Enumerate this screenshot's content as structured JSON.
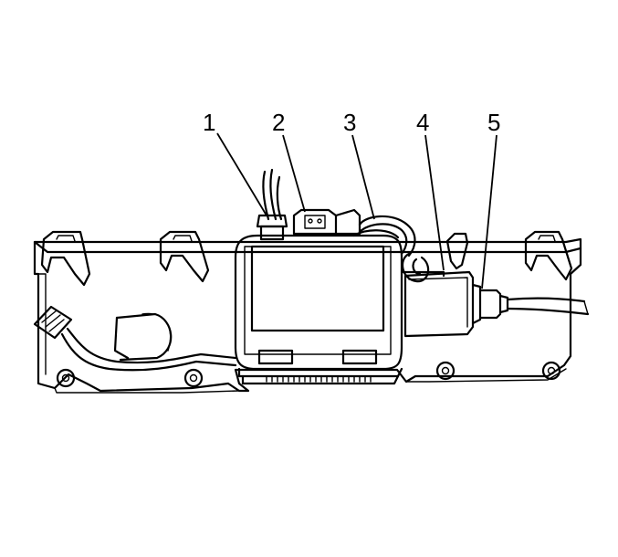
{
  "callouts": [
    {
      "id": 1,
      "label": "1"
    },
    {
      "id": 2,
      "label": "2"
    },
    {
      "id": 3,
      "label": "3"
    },
    {
      "id": 4,
      "label": "4"
    },
    {
      "id": 5,
      "label": "5"
    }
  ],
  "colors": {
    "line": "#000000",
    "background": "#ffffff"
  }
}
